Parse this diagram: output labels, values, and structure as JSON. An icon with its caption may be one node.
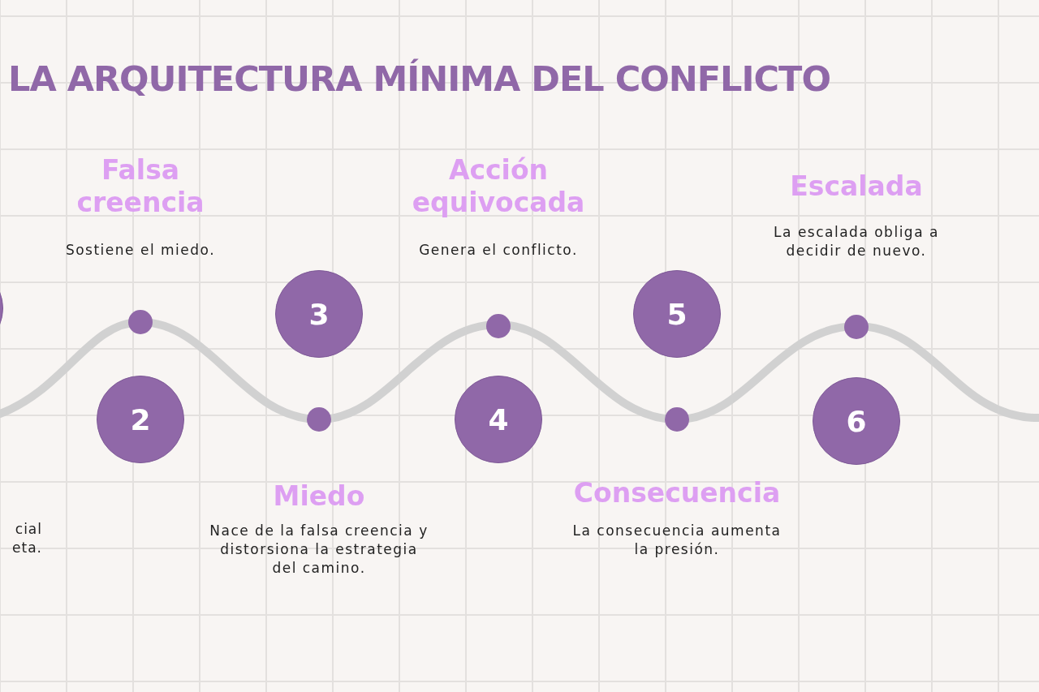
{
  "diagram": {
    "title": "LA ARQUITECTURA MÍNIMA DEL CONFLICTO",
    "nodes": [
      {
        "text": [],
        "shape": "circle"
      },
      {
        "text": [
          "2"
        ],
        "beside": [
          "Falsa creencia",
          "Sostiene el miedo."
        ]
      },
      {
        "text": [
          "3"
        ],
        "beside": [
          "Miedo",
          "Nace de la falsa creencia y distorsiona la estrategia del camino."
        ]
      },
      {
        "text": [
          "4"
        ],
        "beside": [
          "Acción equivocada",
          "Genera el conflicto."
        ]
      },
      {
        "text": [
          "5"
        ],
        "beside": [
          "Consecuencia",
          "La consecuencia aumenta la presión."
        ]
      },
      {
        "text": [
          "6"
        ],
        "beside": [
          "Escalada",
          "La escalada obliga a decidir de nuevo."
        ]
      }
    ],
    "labels": [
      "cial eta."
    ]
  }
}
